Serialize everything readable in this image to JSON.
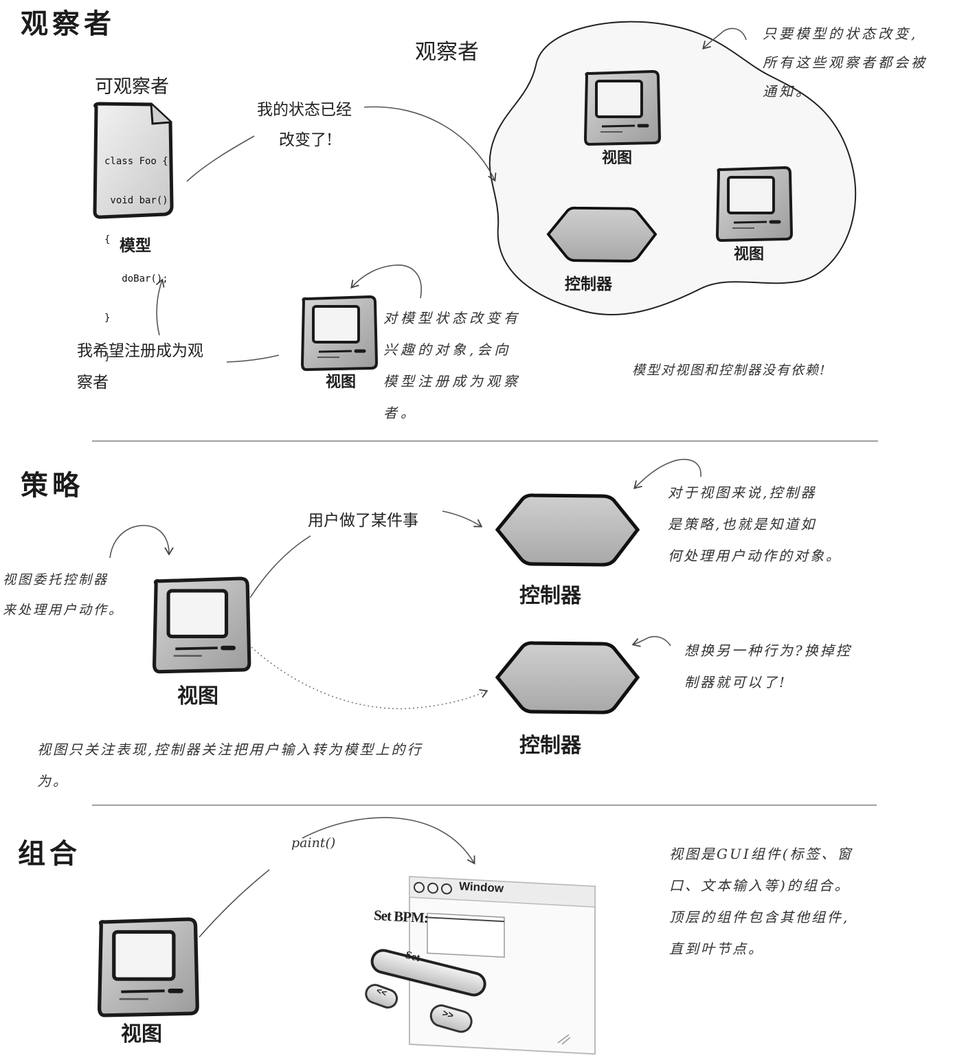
{
  "observer": {
    "title": "观察者",
    "cloud_label": "观察者",
    "observable_label": "可观察者",
    "model_label": "模型",
    "code": [
      "class Foo {",
      " void bar()",
      "{",
      "   doBar();",
      "}",
      "}"
    ],
    "state_changed": [
      "我的状态已经",
      "改变了!"
    ],
    "register_wish": [
      "我希望注册成为观",
      "察者"
    ],
    "view_label": "视图",
    "controller_label": "控制器",
    "note_notified": [
      "只要模型的状态改变,",
      "所有这些观察者都会被",
      "通知。"
    ],
    "note_interested": [
      "对模型状态改变有",
      "兴趣的对象,会向",
      "模型注册成为观察",
      "者。"
    ],
    "note_no_dependency": "模型对视图和控制器没有依赖!"
  },
  "strategy": {
    "title": "策略",
    "user_action": "用户做了某件事",
    "view_label": "视图",
    "controller_label": "控制器",
    "note_delegate": [
      "视图委托控制器",
      "来处理用户动作。"
    ],
    "note_strategy": [
      "对于视图来说,控制器",
      "是策略,也就是知道如",
      "何处理用户动作的对象。"
    ],
    "note_swap": [
      "想换另一种行为?换掉控",
      "制器就可以了!"
    ],
    "note_focus": [
      "视图只关注表现,控制器关注把用户输入转为模型上的行",
      "为。"
    ]
  },
  "composite": {
    "title": "组合",
    "paint_label": "paint()",
    "view_label": "视图",
    "window_title": "Window",
    "set_bpm_label": "Set BPM:",
    "set_button": "Set",
    "prev_button": "<<",
    "next_button": ">>",
    "note_composite": [
      "视图是GUI组件(标签、窗",
      "口、文本输入等)的组合。",
      "顶层的组件包含其他组件,",
      "直到叶节点。"
    ]
  }
}
